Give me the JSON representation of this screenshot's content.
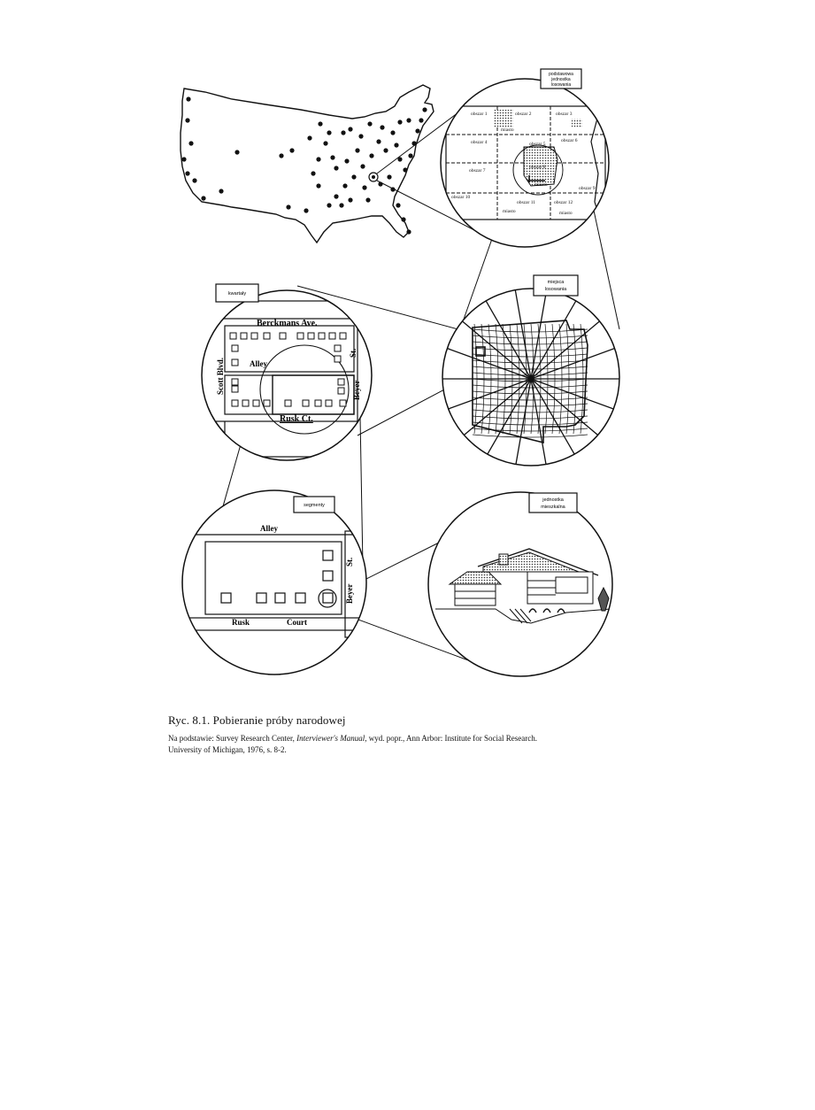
{
  "caption": {
    "title": "Ryc. 8.1. Pobieranie próby narodowej",
    "source_prefix": "Na podstawie: Survey Research Center, ",
    "source_italic": "Interviewer's Manual",
    "source_suffix": ", wyd. popr., Ann Arbor: Institute for Social Research.",
    "source_line2": "University of Michigan, 1976, s. 8-2."
  },
  "labels": {
    "box_psu": [
      "podstawowa",
      "jednostka",
      "losowania"
    ],
    "box_localities": [
      "miejsca",
      "losowania"
    ],
    "box_blocks": "kwartały",
    "box_segments": "segmenty",
    "box_dwelling": [
      "jednostka",
      "mieszkalna"
    ]
  },
  "grid_areas": [
    "obszar 1",
    "obszar 2",
    "obszar 3",
    "miasto",
    "obszar 4",
    "obszar 5",
    "obszar 6",
    "obszar 7",
    "obszar 8",
    "miasto",
    "obszar 9",
    "obszar 10",
    "obszar 11",
    "miasto",
    "obszar 12",
    "miasto"
  ],
  "block_map": {
    "top_street": "Berckmans Ave.",
    "left_street": "Scott Blvd.",
    "right_street": "St.",
    "right_street2": "Beyer",
    "alley": "Alley",
    "bottom_street": "Rusk Ct."
  },
  "segment_map": {
    "alley": "Alley",
    "right_street": "St.",
    "right_street2": "Beyer",
    "bottom_street1": "Rusk",
    "bottom_street2": "Court"
  }
}
